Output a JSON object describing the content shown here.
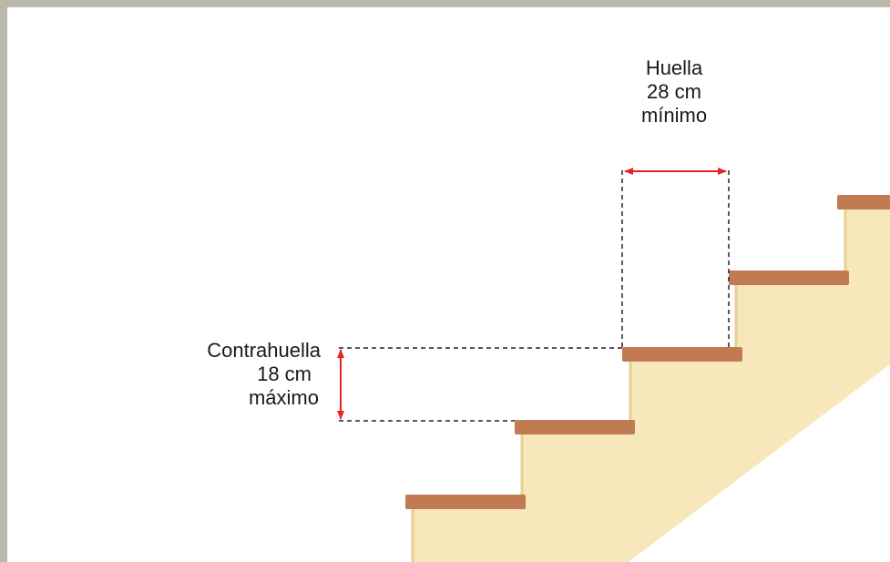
{
  "huella": {
    "name": "Huella",
    "value": "28 cm",
    "note": "mínimo"
  },
  "contrahuella": {
    "name": "Contrahuella",
    "value": "18 cm",
    "note": "máximo"
  },
  "colors": {
    "tread": "#c27a52",
    "stair_fill": "#f7e8bc",
    "stair_shade": "#eeda9f",
    "arrow": "#e8232a",
    "dashed_line": "#222222",
    "frame": "#b9b8a9"
  }
}
